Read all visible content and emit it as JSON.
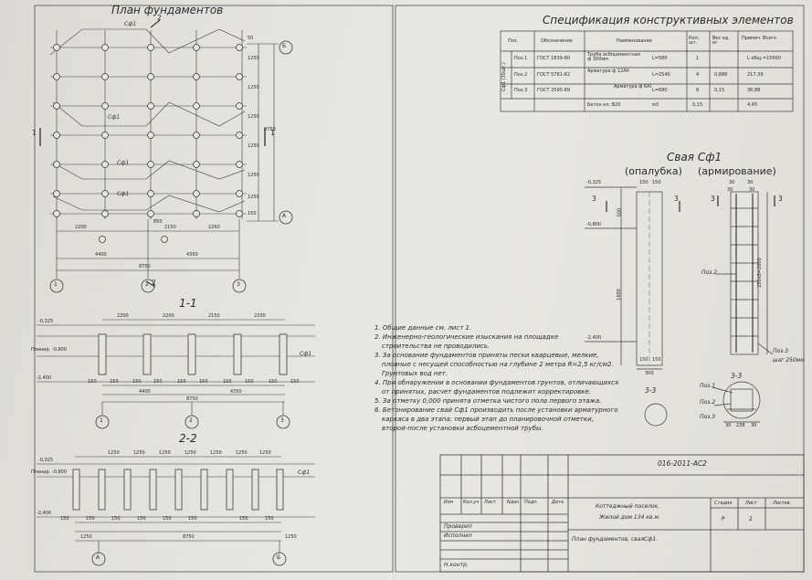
{
  "titles": {
    "plan": "План фундаментов",
    "spec": "Спецификация конструктивных элементов",
    "pile": "Свая Сф1",
    "formwork": "(опалубка)",
    "reinforcement": "(армирование)",
    "sec11": "1-1",
    "sec22": "2-2",
    "sec33a": "3-3",
    "sec33b": "3-3"
  },
  "spec": {
    "headers": {
      "pos": "Поз.",
      "designation": "Обозначение",
      "name": "Наименование",
      "qty": "Кол. шт.",
      "mass": "Вес ед. кг",
      "note": "Примеч. Всего"
    },
    "group_label": "Сф1 (30шт.)",
    "rows": [
      {
        "pos": "Поз.1",
        "designation": "ГОСТ 1839-80",
        "name": "Труба асбоцементная ф 300мм",
        "len": "L=580",
        "qty": "1",
        "mass": "",
        "note": "L общ.=15000"
      },
      {
        "pos": "Поз.2",
        "designation": "ГОСТ 5781-82",
        "name": "Арматура ф 12АII",
        "len": "L=2540",
        "qty": "4",
        "mass": "0,888",
        "note": "217,39"
      },
      {
        "pos": "Поз.3",
        "designation": "ГОСТ 2590-89",
        "name": "Арматура ф 6АI",
        "len": "L=680",
        "qty": "9",
        "mass": "0,15",
        "note": "36,88"
      },
      {
        "pos": "",
        "designation": "",
        "name": "Бетон кл. В20",
        "len": "м3",
        "qty": "0,15",
        "mass": "",
        "note": "4,45"
      }
    ]
  },
  "plan": {
    "pile_label": "Сф1",
    "cut_mark": "2",
    "cut_side": "1",
    "axes": {
      "A": "А",
      "B": "Б",
      "n1": "1",
      "n2": "2",
      "n3": "3"
    },
    "bottom_dims": [
      "2200",
      "850",
      "2150",
      "2260"
    ],
    "total_dims": [
      "4400",
      "4350"
    ],
    "overall": "8750",
    "right_dims": [
      "50",
      "1250",
      "1250",
      "1250",
      "1250",
      "1250",
      "1250",
      "150"
    ],
    "right_total": "8750"
  },
  "sec11": {
    "levels": [
      "-0,325",
      "Планир. -0,800",
      "-2,400"
    ],
    "top_dims": [
      "2200",
      "2200",
      "2150",
      "2200"
    ],
    "widths": [
      "150",
      "150",
      "150",
      "150",
      "150",
      "150",
      "150",
      "150",
      "150",
      "150"
    ],
    "dims_b": [
      "4400",
      "4350"
    ],
    "total": "8750",
    "label": "Сф1",
    "axes": [
      "1",
      "2",
      "3"
    ]
  },
  "sec22": {
    "levels": [
      "-0,325",
      "Планир. -0,800",
      "-2,400"
    ],
    "top_dims": [
      "1250",
      "1250",
      "1250",
      "1250",
      "1250",
      "1250",
      "1250"
    ],
    "widths": [
      "150",
      "150",
      "150",
      "150",
      "150",
      "150",
      "150",
      "150"
    ],
    "dims_b": [
      "1250",
      "8750",
      "1250"
    ],
    "label": "Сф1",
    "axes": [
      "А",
      "Б"
    ]
  },
  "pile": {
    "levels": [
      "-0,325",
      "-0,800",
      "-2,400"
    ],
    "dims": [
      "150",
      "150",
      "500",
      "1600",
      "150",
      "150",
      "300"
    ],
    "cut": "3",
    "arm_dims": [
      "30",
      "30",
      "30",
      "30"
    ],
    "arm_pitch": "250х8=2000",
    "pos2": "Поз.2",
    "pos3": "Поз.3",
    "step": "шаг 250мм",
    "pos1": "Поз.1",
    "sec_dims": [
      "30",
      "238",
      "30"
    ]
  },
  "notes": [
    "1. Общие данные см. лист 1.",
    "2. Инженерно-геологические изыскания на площадке",
    "строительства не проводились.",
    "3. За основание фундаментов приняты пески кварцевые, мелкие,",
    "пловные с несущей способностью на глубине 2 метра R=2,5 кг/см2.",
    "Грунтовых вод нет.",
    "4. При обнаружении в основании фундаментов грунтов, отличающихся",
    "от принятых, расчет фундаментов подлежит корректировке.",
    "5. За отметку 0,000 принята отметка чистого пола первого этажа.",
    "6. Бетонирование свай Сф1 производить после установки арматурного",
    "каркаса в два этапа: первый этап до планировочной отметки,",
    "второй-после установки асбоцементной трубы."
  ],
  "stamp": {
    "code": "016-2011-АС2",
    "cols": [
      "Изм",
      "Кол.уч",
      "Лист",
      "Nдок",
      "Подп.",
      "Дата"
    ],
    "project": "Коттеджный поселок.",
    "building": "Жилой дом 134 кв.м.",
    "stage_h": "Стадия",
    "sheet_h": "Лист",
    "sheets_h": "Листов",
    "stage": "Р",
    "sheet": "2",
    "roles": [
      "Проверил",
      "Исполнил",
      "Н.контр."
    ],
    "drawing": "План фундаментов, сваяСф1."
  },
  "colors": {
    "paper": "#e6e4de",
    "ink": "#2a2a2e",
    "line": "#3a3a40"
  }
}
